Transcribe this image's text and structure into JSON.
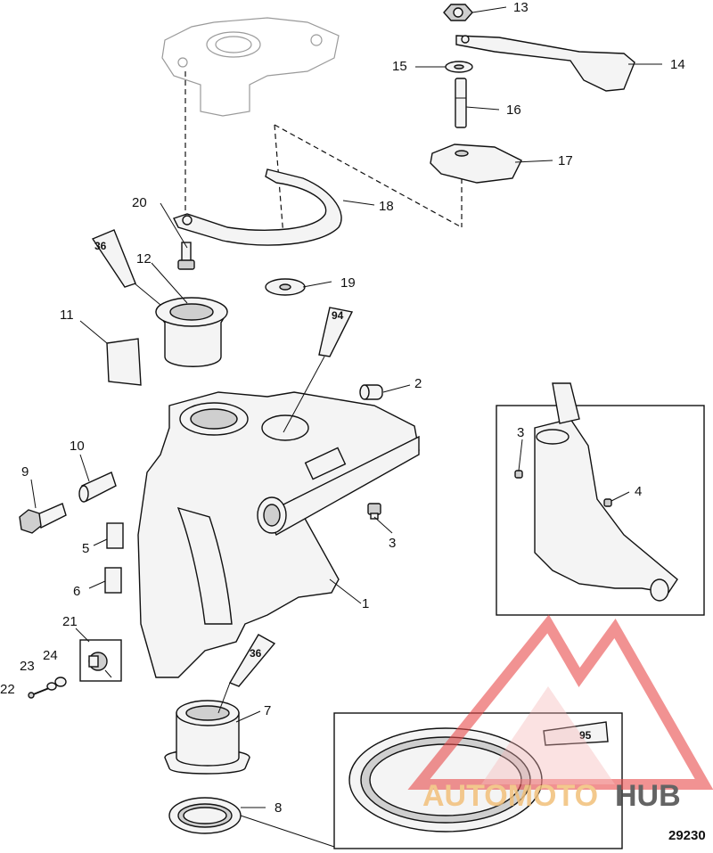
{
  "figure_number": "29230",
  "callouts": [
    "1",
    "2",
    "3",
    "4",
    "5",
    "6",
    "7",
    "8",
    "9",
    "10",
    "11",
    "12",
    "13",
    "14",
    "15",
    "16",
    "17",
    "18",
    "19",
    "20",
    "21",
    "22",
    "23",
    "24"
  ],
  "inset_callouts": [
    "3",
    "4"
  ],
  "tubes": {
    "upper_left": "36",
    "center": "94",
    "lower": "36",
    "detail": "95"
  },
  "watermark": {
    "part1": "AUTOMOTO",
    "part2": "HUB",
    "colors": {
      "triangle": "#e84a4a",
      "gold": "#f2c07a",
      "dark": "#4a4a4a"
    }
  }
}
